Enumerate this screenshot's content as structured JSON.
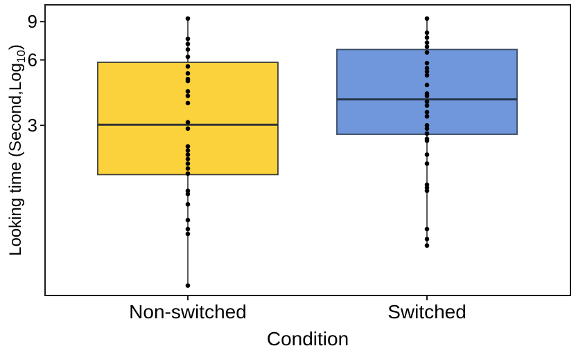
{
  "figure": {
    "background": "#ffffff",
    "axis_color": "#1a1a1a",
    "text_color": "#000000"
  },
  "chart_data": {
    "type": "boxplot",
    "title": "",
    "xlabel": "Condition",
    "ylabel_prefix": "Looking time (Second,Log",
    "ylabel_sub": "10",
    "ylabel_suffix": ")",
    "y_scale": "log10",
    "ylim": [
      0.495,
      10.75
    ],
    "y_ticks": [
      "3",
      "6",
      "9"
    ],
    "y_tick_values": [
      3,
      6,
      9
    ],
    "grid": "off",
    "legend": "none",
    "categories": [
      "Non-switched",
      "Switched"
    ],
    "point_color": "#000000",
    "series": [
      {
        "name": "Non-switched",
        "fill": "#FBD23C",
        "stroke": "#3a3a3a",
        "median_stroke": "#333333",
        "q1": 1.78,
        "median": 3.02,
        "q3": 5.85,
        "whisker_low": 0.55,
        "whisker_high": 9.3,
        "points": [
          9.3,
          7.5,
          7.1,
          6.7,
          6.2,
          5.6,
          5.2,
          4.9,
          4.8,
          4.3,
          4.1,
          3.8,
          3.1,
          2.9,
          2.4,
          2.3,
          2.2,
          2.1,
          2.0,
          1.9,
          1.8,
          1.5,
          1.45,
          1.3,
          1.1,
          1.0,
          0.95,
          0.55
        ]
      },
      {
        "name": "Switched",
        "fill": "#7097DC",
        "stroke": "#394a63",
        "median_stroke": "#26344a",
        "q1": 2.73,
        "median": 3.95,
        "q3": 6.7,
        "whisker_low": 0.84,
        "whisker_high": 9.3,
        "points": [
          9.3,
          8.0,
          7.6,
          7.2,
          6.9,
          6.5,
          5.8,
          5.5,
          5.3,
          5.1,
          4.6,
          4.2,
          4.1,
          3.85,
          3.7,
          3.45,
          3.3,
          3.0,
          2.9,
          2.75,
          2.6,
          2.55,
          2.2,
          2.0,
          1.6,
          1.55,
          1.5,
          1.0,
          0.9,
          0.84
        ]
      }
    ]
  }
}
